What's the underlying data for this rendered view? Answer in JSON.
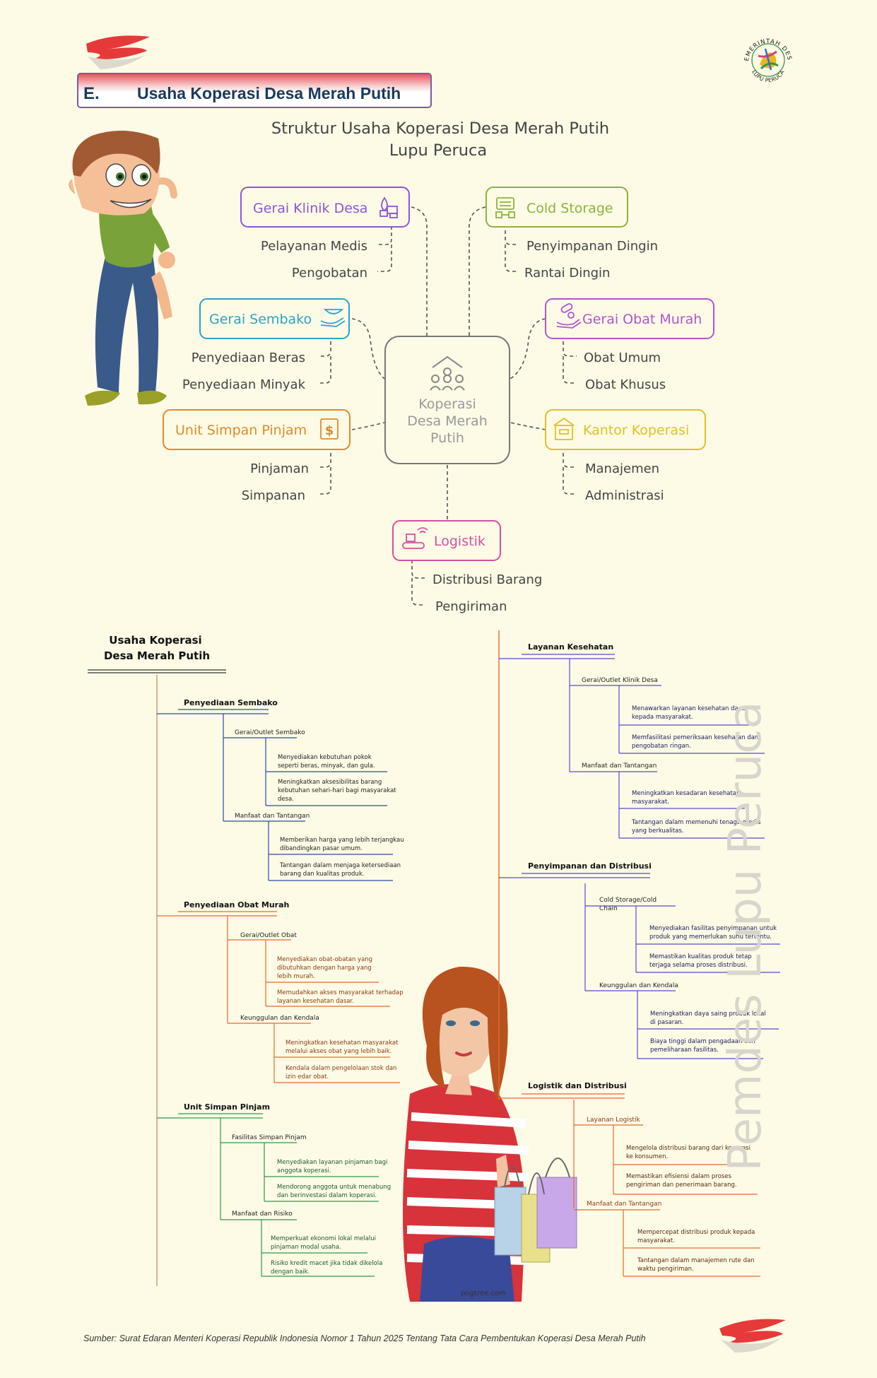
{
  "section": {
    "letter": "E.",
    "title": "Usaha Koperasi Desa Merah Putih"
  },
  "logo": {
    "top_text": "PEMERINTAH DESA",
    "bottom_text": "LUPU PERUCA"
  },
  "watermark": "Pemdes Lupu Peruca",
  "structure": {
    "title_line1": "Struktur Usaha Koperasi Desa Merah Putih",
    "title_line2": "Lupu Peruca",
    "center": {
      "line1": "Koperasi",
      "line2": "Desa Merah",
      "line3": "Putih"
    },
    "branches": {
      "klinik": {
        "label": "Gerai Klinik Desa",
        "items": [
          "Pelayanan Medis",
          "Pengobatan"
        ],
        "color": "#8c56d6"
      },
      "cold": {
        "label": "Cold Storage",
        "items": [
          "Penyimpanan Dingin",
          "Rantai Dingin"
        ],
        "color": "#8db23e"
      },
      "sembako": {
        "label": "Gerai Sembako",
        "items": [
          "Penyediaan Beras",
          "Penyediaan Minyak"
        ],
        "color": "#2aa3c8"
      },
      "obat": {
        "label": "Gerai Obat Murah",
        "items": [
          "Obat Umum",
          "Obat Khusus"
        ],
        "color": "#b154d0"
      },
      "simpan": {
        "label": "Unit Simpan Pinjam",
        "items": [
          "Pinjaman",
          "Simpanan"
        ],
        "color": "#e08a2c"
      },
      "kantor": {
        "label": "Kantor Koperasi",
        "items": [
          "Manajemen",
          "Administrasi"
        ],
        "color": "#dcc223"
      },
      "logistik": {
        "label": "Logistik",
        "items": [
          "Distribusi Barang",
          "Pengiriman"
        ],
        "color": "#d64fa0"
      }
    }
  },
  "tree": {
    "root_line1": "Usaha Koperasi",
    "root_line2": "Desa Merah Putih",
    "sembako": {
      "title": "Penyediaan Sembako",
      "sub1": "Gerai/Outlet Sembako",
      "sub1_items": [
        [
          "Menyediakan kebutuhan pokok",
          "seperti beras, minyak, dan gula."
        ],
        [
          "Meningkatkan aksesibilitas barang",
          "kebutuhan sehari-hari bagi masyarakat",
          "desa."
        ]
      ],
      "sub2": "Manfaat dan Tantangan",
      "sub2_items": [
        [
          "Memberikan harga yang lebih terjangkau",
          "dibandingkan pasar umum."
        ],
        [
          "Tantangan dalam menjaga ketersediaan",
          "barang dan kualitas produk."
        ]
      ]
    },
    "obat": {
      "title": "Penyediaan Obat Murah",
      "sub1": "Gerai/Outlet Obat",
      "sub1_items": [
        [
          "Menyediakan obat-obatan yang",
          "dibutuhkan dengan harga yang",
          "lebih murah."
        ],
        [
          "Memudahkan akses masyarakat terhadap",
          "layanan kesehatan dasar."
        ]
      ],
      "sub2": "Keunggulan dan Kendala",
      "sub2_items": [
        [
          "Meningkatkan kesehatan masyarakat",
          "melalui akses obat yang lebih baik."
        ],
        [
          "Kendala dalam pengelolaan stok dan",
          "izin edar obat."
        ]
      ]
    },
    "simpan": {
      "title": "Unit Simpan Pinjam",
      "sub1": "Fasilitas Simpan Pinjam",
      "sub1_items": [
        [
          "Menyediakan layanan pinjaman bagi",
          "anggota koperasi."
        ],
        [
          "Mendorong anggota untuk menabung",
          "dan berinvestasi dalam koperasi."
        ]
      ],
      "sub2": "Manfaat dan Risiko",
      "sub2_items": [
        [
          "Memperkuat ekonomi lokal melalui",
          "pinjaman modal usaha."
        ],
        [
          "Risiko kredit macet jika tidak dikelola",
          "dengan baik."
        ]
      ]
    },
    "kesehatan": {
      "title": "Layanan Kesehatan",
      "sub1": "Gerai/Outlet Klinik Desa",
      "sub1_items": [
        [
          "Menawarkan layanan kesehatan dasar",
          "kepada masyarakat."
        ],
        [
          "Memfasilitasi pemeriksaan kesehatan dan",
          "pengobatan ringan."
        ]
      ],
      "sub2": "Manfaat dan Tantangan",
      "sub2_items": [
        [
          "Meningkatkan kesadaran kesehatan",
          "masyarakat."
        ],
        [
          "Tantangan dalam memenuhi tenaga medis",
          "yang berkualitas."
        ]
      ]
    },
    "penyimpanan": {
      "title": "Penyimpanan dan Distribusi",
      "sub1_line1": "Cold Storage/Cold",
      "sub1_line2": "Chain",
      "sub1_items": [
        [
          "Menyediakan fasilitas penyimpanan untuk",
          "produk yang memerlukan suhu tertentu."
        ],
        [
          "Memastikan kualitas produk tetap",
          "terjaga selama proses distribusi."
        ]
      ],
      "sub2": "Keunggulan dan Kendala",
      "sub2_items": [
        [
          "Meningkatkan daya saing produk lokal",
          "di pasaran."
        ],
        [
          "Biaya tinggi dalam pengadaan dan",
          "pemeliharaan fasilitas."
        ]
      ]
    },
    "logistik": {
      "title": "Logistik dan Distribusi",
      "sub1": "Layanan Logistik",
      "sub1_items": [
        [
          "Mengelola distribusi barang dari koperasi",
          "ke konsumen."
        ],
        [
          "Memastikan efisiensi dalam proses",
          "pengiriman dan penerimaan barang."
        ]
      ],
      "sub2": "Manfaat dan Tantangan",
      "sub2_items": [
        [
          "Mempercepat distribusi produk kepada",
          "masyarakat."
        ],
        [
          "Tantangan dalam manajemen rute dan",
          "waktu pengiriman."
        ]
      ]
    }
  },
  "stock_credit": "pngtree.com",
  "footer": "Sumber: Surat Edaran Menteri Koperasi Republik Indonesia Nomor 1 Tahun 2025 Tentang Tata Cara Pembentukan Koperasi Desa Merah Putih",
  "colors": {
    "background": "#fdfbe6",
    "heading_navy": "#1a3a5c",
    "tree_brown": "#c89a70",
    "tree_orange": "#e46a2c",
    "tree_green": "#2e9a48",
    "tree_purple": "#5a4ad0"
  }
}
